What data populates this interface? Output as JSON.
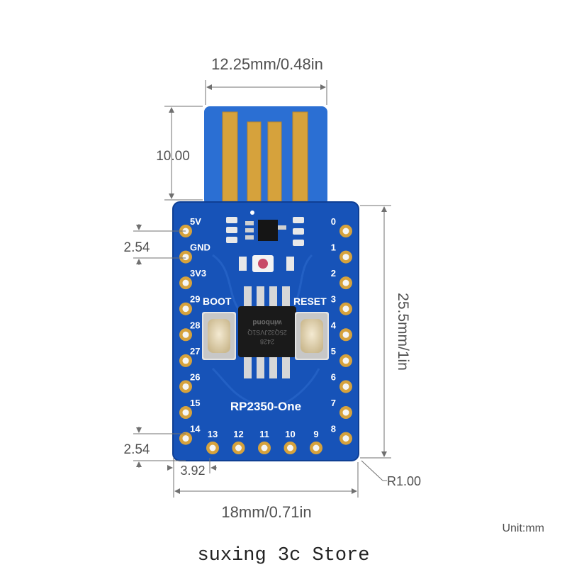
{
  "dimensions": {
    "usb_width": "12.25mm/0.48in",
    "usb_length": "10.00",
    "pitch_top": "2.54",
    "pitch_bottom": "2.54",
    "board_height": "25.5mm/1in",
    "offset": "3.92",
    "board_width": "18mm/0.71in",
    "corner_radius": "R1.00",
    "unit": "Unit:mm"
  },
  "board": {
    "name": "RP2350-One",
    "boot_label": "BOOT",
    "reset_label": "RESET",
    "chip_marking": [
      "winbond",
      "25Q32JVS1Q",
      "2428"
    ],
    "left_pins": [
      "5V",
      "GND",
      "3V3",
      "29",
      "28",
      "27",
      "26",
      "15",
      "14"
    ],
    "right_pins": [
      "0",
      "1",
      "2",
      "3",
      "4",
      "5",
      "6",
      "7",
      "8"
    ],
    "bottom_pins": [
      "13",
      "12",
      "11",
      "10",
      "9"
    ]
  },
  "footer": "suxing 3c Store",
  "colors": {
    "pcb": "#1753b8",
    "pcb_edge": "#0f3f94",
    "gold": "#d6a23c",
    "dimension_line": "#707070"
  }
}
